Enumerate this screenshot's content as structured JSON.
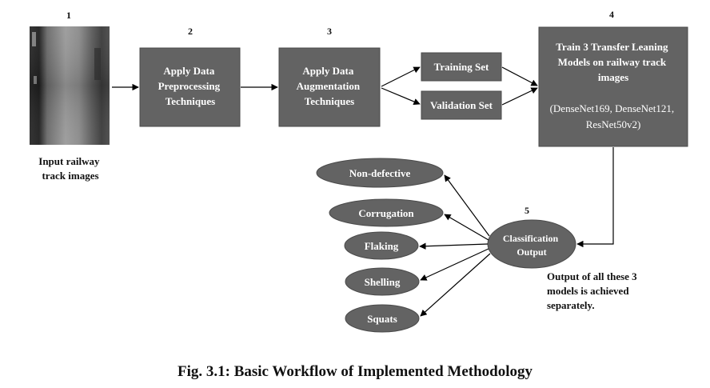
{
  "steps": {
    "s1": {
      "number": "1",
      "caption_lines": [
        "Input railway",
        "track images"
      ]
    },
    "s2": {
      "number": "2",
      "lines": [
        "Apply Data",
        "Preprocessing",
        "Techniques"
      ]
    },
    "s3": {
      "number": "3",
      "lines": [
        "Apply Data",
        "Augmentation",
        "Techniques"
      ]
    },
    "s4": {
      "number": "4",
      "lines": [
        "Train 3 Transfer Leaning",
        "Models on railway track",
        "images"
      ],
      "models_lines": [
        "(DenseNet169, DenseNet121,",
        "ResNet50v2)"
      ]
    },
    "s5": {
      "number": "5",
      "lines": [
        "Classification",
        "Output"
      ]
    }
  },
  "splits": {
    "training": "Training Set",
    "validation": "Validation Set"
  },
  "classes": [
    "Non-defective",
    "Corrugation",
    "Flaking",
    "Shelling",
    "Squats"
  ],
  "note_lines": [
    "Output of all these 3",
    "models is achieved",
    "separately."
  ],
  "caption": "Fig. 3.1: Basic Workflow of Implemented Methodology",
  "colors": {
    "box": "#636363",
    "box_border": "#4a4a4a",
    "arrow": "#000000",
    "text_on_box": "#ffffff"
  }
}
